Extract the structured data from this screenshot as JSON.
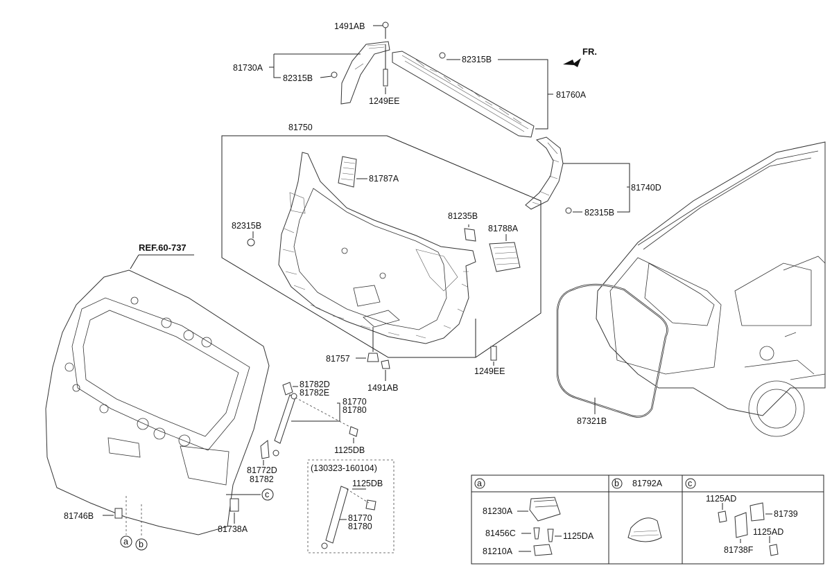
{
  "direction": {
    "label": "FR."
  },
  "reference": {
    "label": "REF.60-737"
  },
  "labels": {
    "p1491AB_top": "1491AB",
    "p81730A": "81730A",
    "p82315B_a": "82315B",
    "p1249EE_a": "1249EE",
    "p82315B_b": "82315B",
    "p81760A": "81760A",
    "p81750": "81750",
    "p81787A": "81787A",
    "p82315B_c": "82315B",
    "p81235B": "81235B",
    "p81788A": "81788A",
    "p81740D": "81740D",
    "p82315B_d": "82315B",
    "p81757": "81757",
    "p1491AB_b": "1491AB",
    "p1249EE_b": "1249EE",
    "p81782D": "81782D",
    "p81782E": "81782E",
    "p81770": "81770",
    "p81780": "81780",
    "p1125DB": "1125DB",
    "p81772D": "81772D",
    "p81782": "81782",
    "p81746B": "81746B",
    "p81738A": "81738A",
    "p87321B": "87321B"
  },
  "callouts": {
    "a": "a",
    "b": "b",
    "c": "c"
  },
  "variant_box": {
    "range": "(130323-160104)",
    "p1125DB": "1125DB",
    "p81770": "81770",
    "p81780": "81780"
  },
  "detail_table": {
    "col_a": {
      "key": "a",
      "p81230A": "81230A",
      "p81456C": "81456C",
      "p1125DA": "1125DA",
      "p81210A": "81210A"
    },
    "col_b": {
      "key": "b",
      "p81792A": "81792A"
    },
    "col_c": {
      "key": "c",
      "p1125AD_1": "1125AD",
      "p81739": "81739",
      "p1125AD_2": "1125AD",
      "p81738F": "81738F"
    }
  }
}
